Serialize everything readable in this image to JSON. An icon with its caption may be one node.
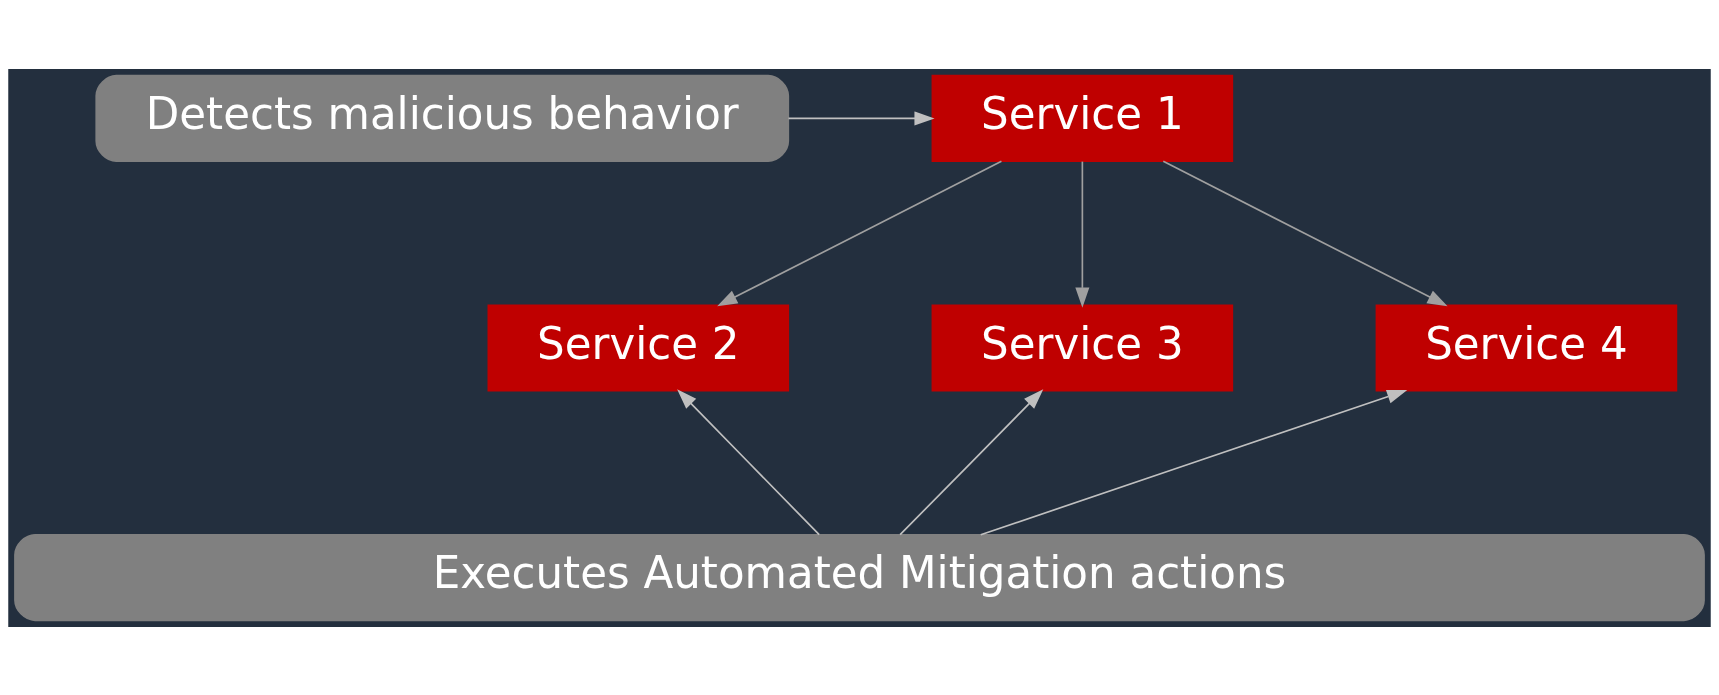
{
  "diagram": {
    "nodes": [
      {
        "text": [
          "Detects malicious behavior"
        ]
      },
      {
        "text": [
          "Service 1"
        ]
      },
      {
        "text": [
          "Service 2"
        ]
      },
      {
        "text": [
          "Service 3"
        ]
      },
      {
        "text": [
          "Service 4"
        ]
      },
      {
        "text": [
          "Executes Automated Mitigation actions"
        ]
      }
    ],
    "edges": [
      {
        "from": 0,
        "to": 1,
        "arrow": "to",
        "color": "#c0c0c0"
      },
      {
        "from": 1,
        "to": 2,
        "arrow": "to"
      },
      {
        "from": 1,
        "to": 3,
        "arrow": "to"
      },
      {
        "from": 1,
        "to": 4,
        "arrow": "to"
      },
      {
        "from": 5,
        "to": 2,
        "arrow": "to",
        "color": "#c0c0c0"
      },
      {
        "from": 5,
        "to": 3,
        "arrow": "to",
        "color": "#c0c0c0"
      },
      {
        "from": 5,
        "to": 4,
        "arrow": "to",
        "color": "#c0c0c0"
      }
    ]
  }
}
